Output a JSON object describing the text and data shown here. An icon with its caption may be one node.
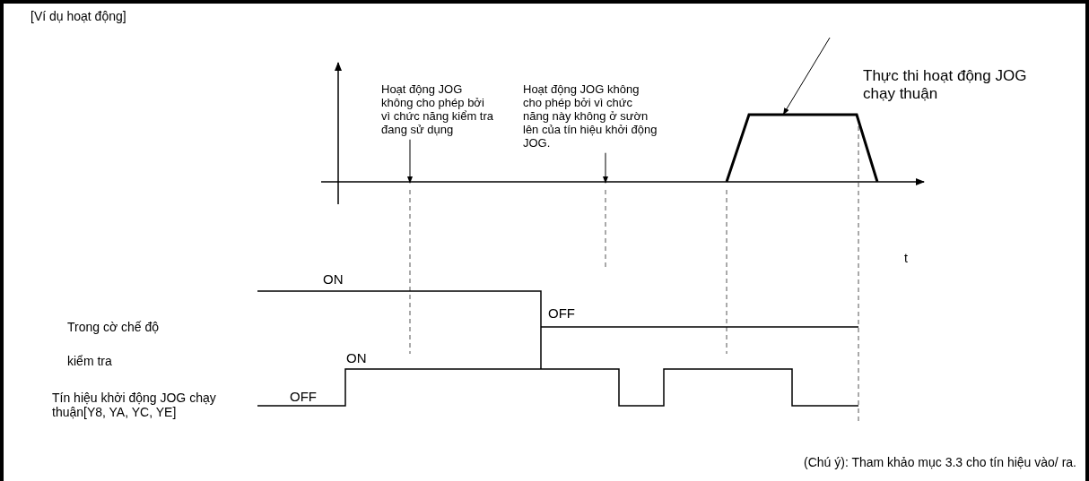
{
  "diagram": {
    "title": "[Ví dụ hoạt động]",
    "caption": "(Chú ý): Tham khảo mục 3.3 cho tín hiệu vào/ ra.",
    "nodes": [
      {
        "text": [
          "Hoạt động JOG không cho phép bởi vì chức năng kiểm tra đang sử dụng"
        ]
      },
      {
        "text": [
          "Hoạt động JOG không cho phép bởi vì chức năng này không ở sườn lên của tín hiệu khởi động JOG."
        ]
      },
      {
        "text": [
          "Thực thi hoạt động JOG chạy thuận"
        ]
      },
      {
        "text": [],
        "shape": "trapezoid"
      }
    ],
    "edges": [
      {
        "from": 0,
        "to": null,
        "arrow": "to"
      },
      {
        "from": 1,
        "to": null,
        "arrow": "to"
      },
      {
        "from": 2,
        "to": 3,
        "arrow": "to"
      }
    ],
    "labels": [
      "t",
      "ON",
      "OFF",
      "Trong cờ chế độ kiểm tra",
      "ON",
      "OFF",
      "Tín hiệu khởi động JOG chạy thuận[Y8, YA, YC, YE]"
    ]
  }
}
